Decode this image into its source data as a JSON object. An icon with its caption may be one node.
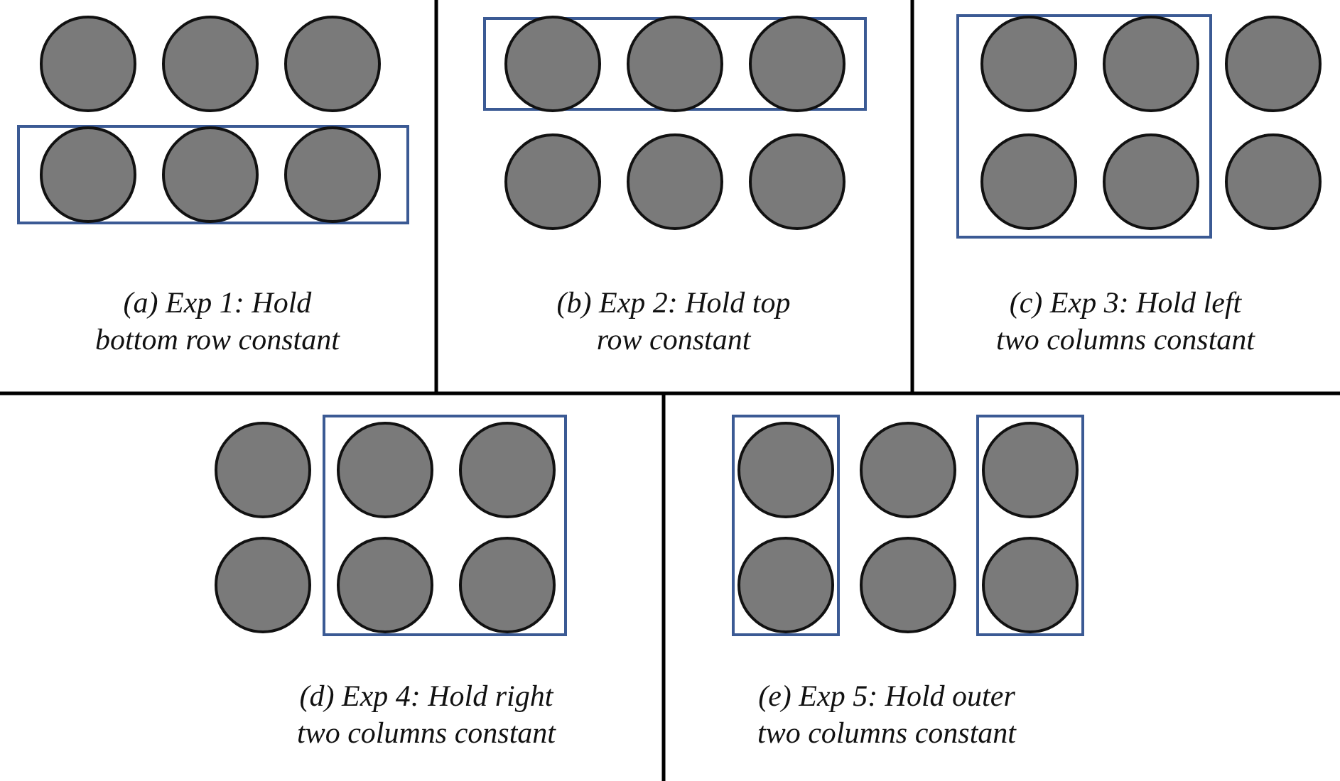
{
  "diagram": {
    "nodes": [
      {
        "text": [],
        "shape": "circle"
      },
      {
        "text": [],
        "shape": "circle"
      },
      {
        "text": [],
        "shape": "circle"
      },
      {
        "text": [],
        "shape": "box"
      },
      {
        "text": [],
        "shape": "circle",
        "in": 3
      },
      {
        "text": [],
        "shape": "circle",
        "in": 3
      },
      {
        "text": [],
        "shape": "circle",
        "in": 3
      },
      {
        "text": [],
        "shape": "box"
      },
      {
        "text": [],
        "shape": "circle",
        "in": 7
      },
      {
        "text": [],
        "shape": "circle",
        "in": 7
      },
      {
        "text": [],
        "shape": "circle",
        "in": 7
      },
      {
        "text": [],
        "shape": "circle"
      },
      {
        "text": [],
        "shape": "circle"
      },
      {
        "text": [],
        "shape": "circle"
      },
      {
        "text": [],
        "shape": "box"
      },
      {
        "text": [],
        "shape": "circle",
        "in": 14
      },
      {
        "text": [],
        "shape": "circle",
        "in": 14
      },
      {
        "text": [],
        "shape": "circle"
      },
      {
        "text": [],
        "shape": "circle",
        "in": 14
      },
      {
        "text": [],
        "shape": "circle",
        "in": 14
      },
      {
        "text": [],
        "shape": "circle"
      },
      {
        "text": [],
        "shape": "box"
      },
      {
        "text": [],
        "shape": "circle"
      },
      {
        "text": [],
        "shape": "circle",
        "in": 21
      },
      {
        "text": [],
        "shape": "circle",
        "in": 21
      },
      {
        "text": [],
        "shape": "circle"
      },
      {
        "text": [],
        "shape": "circle",
        "in": 21
      },
      {
        "text": [],
        "shape": "circle",
        "in": 21
      },
      {
        "text": [],
        "shape": "box"
      },
      {
        "text": [],
        "shape": "box"
      },
      {
        "text": [],
        "shape": "circle",
        "in": 28
      },
      {
        "text": [],
        "shape": "circle"
      },
      {
        "text": [],
        "shape": "circle",
        "in": 29
      },
      {
        "text": [],
        "shape": "circle",
        "in": 28
      },
      {
        "text": [],
        "shape": "circle"
      },
      {
        "text": [],
        "shape": "circle",
        "in": 29
      }
    ],
    "labels": [
      "(a) Exp 1: Hold bottom row constant",
      "(b) Exp 2: Hold top row constant",
      "(c) Exp 3: Hold left two columns constant",
      "(d) Exp 4: Hold right two columns constant",
      "(e) Exp 5: Hold outer two columns constant"
    ]
  }
}
